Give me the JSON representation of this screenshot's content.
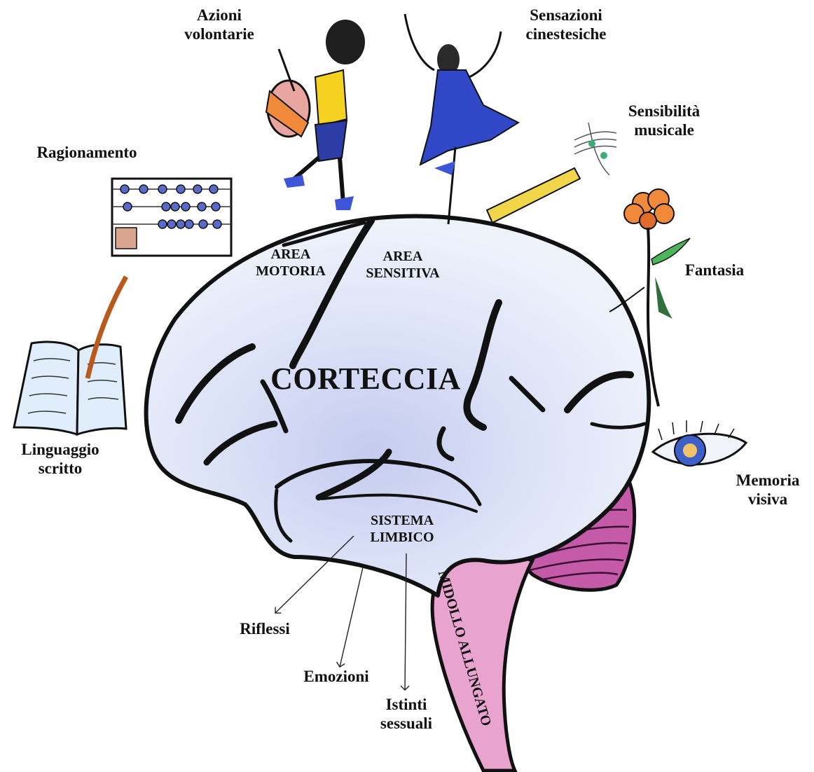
{
  "labels": {
    "azioni": [
      "Azioni",
      "volontarie"
    ],
    "sensazioni": [
      "Sensazioni",
      "cinestesiche"
    ],
    "sensibilita": [
      "Sensibilità",
      "musicale"
    ],
    "ragionamento": "Ragionamento",
    "fantasia": "Fantasia",
    "linguaggio": [
      "Linguaggio",
      "scritto"
    ],
    "memoria": [
      "Memoria",
      "visiva"
    ],
    "area_motoria": [
      "AREA",
      "MOTORIA"
    ],
    "area_sensitiva": [
      "AREA",
      "SENSITIVA"
    ],
    "corteccia": "CORTECCIA",
    "sistema_limbico": [
      "SISTEMA",
      "LIMBICO"
    ],
    "riflessi": "Riflessi",
    "emozioni": "Emozioni",
    "istinti": [
      "Istinti",
      "sessuali"
    ],
    "midollo": "MIDOLLO ALLUNGATO"
  },
  "colors": {
    "outline": "#111111",
    "cortex_center": "#c4cbef",
    "cortex_edge": "#eef2fb",
    "cerebellum": "#c45aa8",
    "medulla": "#e9a3cf"
  }
}
